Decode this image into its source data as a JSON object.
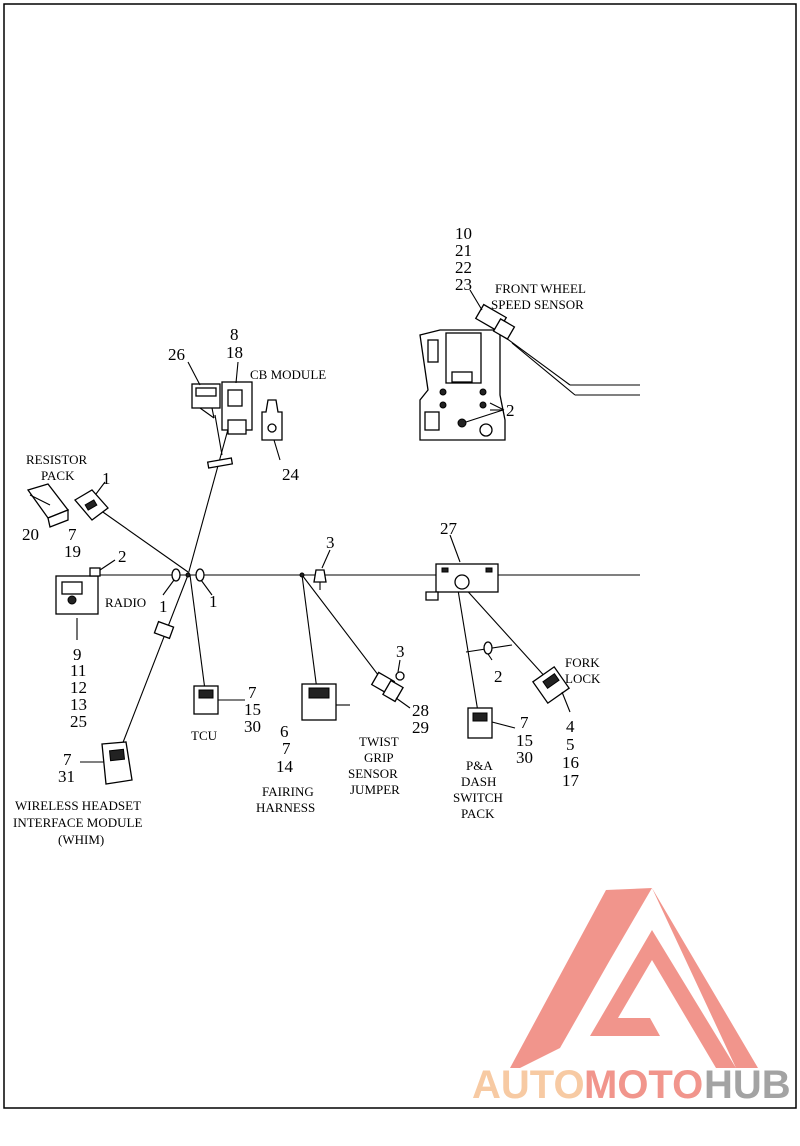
{
  "callouts": {
    "front_wheel_nums": [
      "10",
      "21",
      "22",
      "23"
    ],
    "front_wheel_label": [
      "FRONT WHEEL",
      "SPEED SENSOR"
    ],
    "sensor_bracket_num": "2",
    "cb_nums": [
      "8",
      "18"
    ],
    "cb_label": "CB MODULE",
    "conn26": "26",
    "bracket24": "24",
    "resistor_label": [
      "RESISTOR",
      "PACK"
    ],
    "resistor_num": "20",
    "resistor_conn_nums": [
      "1",
      "7",
      "19"
    ],
    "radio_top_num": "2",
    "radio_label": "RADIO",
    "radio_nums": [
      "9",
      "11",
      "12",
      "13",
      "25"
    ],
    "clip1a": "1",
    "clip1b": "1",
    "clip3": "3",
    "bracket27": "27",
    "tcu_nums": [
      "7",
      "15",
      "30"
    ],
    "tcu_label": "TCU",
    "fairing_nums": [
      "6",
      "7",
      "14"
    ],
    "fairing_label": [
      "FAIRING",
      "HARNESS"
    ],
    "twist_top_num": "3",
    "twist_nums": [
      "28",
      "29"
    ],
    "twist_label": [
      "TWIST",
      "GRIP",
      "SENSOR",
      "JUMPER"
    ],
    "dash_clip_num": "2",
    "dash_nums": [
      "7",
      "15",
      "30"
    ],
    "dash_label": [
      "P&A",
      "DASH",
      "SWITCH",
      "PACK"
    ],
    "fork_label": [
      "FORK",
      "LOCK"
    ],
    "fork_nums": [
      "4",
      "5",
      "16",
      "17"
    ],
    "whim_nums": [
      "7",
      "31"
    ],
    "whim_label": [
      "WIRELESS HEADSET",
      "INTERFACE MODULE",
      "(WHIM)"
    ]
  },
  "watermark": {
    "auto": "AUTO",
    "moto": "MOTO",
    "hub": "HUB"
  },
  "colors": {
    "logo_red": "#f08a80",
    "logo_orange": "#f7c59a",
    "logo_gray": "#9a9a9a"
  }
}
